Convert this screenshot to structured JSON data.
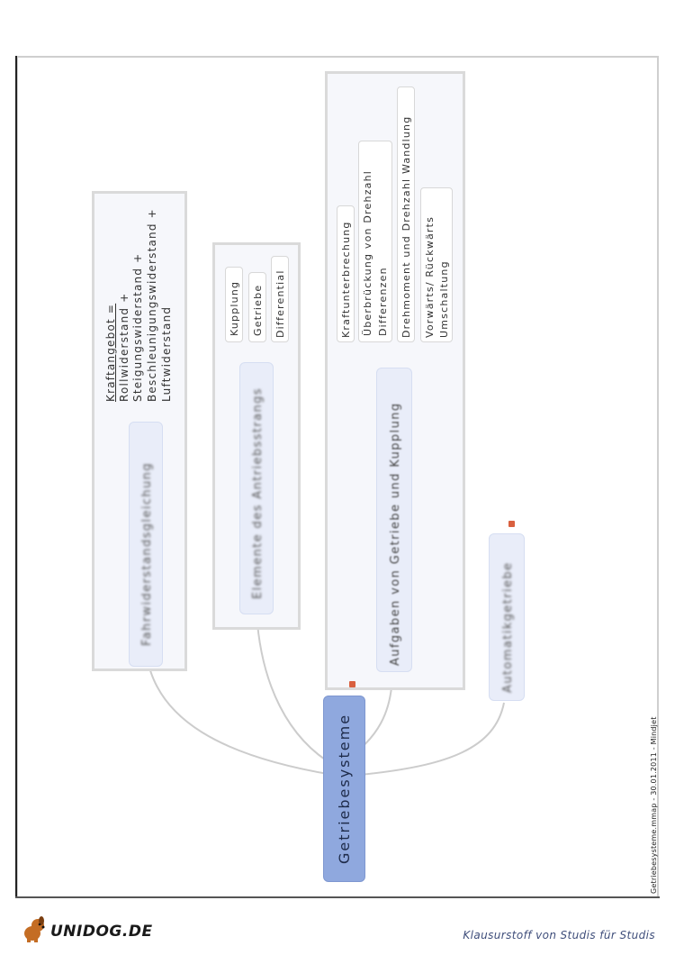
{
  "mindmap": {
    "root": {
      "label": "Getriebesysteme"
    },
    "branches": [
      {
        "label": "Fahrwiderstandsgleichung",
        "details": [
          "Kraftangebot =",
          "Rollwiderstand +",
          "Steigungswiderstand +",
          "Beschleunigungswiderstand +",
          "Luftwiderstand"
        ]
      },
      {
        "label": "Elemente des Antriebsstrangs",
        "leaves": [
          "Kupplung",
          "Getriebe",
          "Differential"
        ]
      },
      {
        "label": "Aufgaben von Getriebe und Kupplung",
        "leaves": [
          {
            "line1": "Kraftunterbrechung",
            "line2": ""
          },
          {
            "line1": "Überbrückung von Drehzahl",
            "line2": "Differenzen"
          },
          {
            "line1": "Drehmoment und Drehzahl Wandlung",
            "line2": ""
          },
          {
            "line1": "Vorwärts/ Rückwärts",
            "line2": "Umschaltung"
          }
        ]
      },
      {
        "label": "Automatikgetriebe"
      }
    ]
  },
  "footer": {
    "file_reference": "Getriebesysteme.mmap - 30.01.2011 - Mindjet",
    "brand": "UNIDOG.DE",
    "tagline": "Klausurstoff von Studis für Studis"
  },
  "colors": {
    "root_fill": "#8fa8de",
    "node_fill": "#e9edf9",
    "marker": "#d9603f"
  }
}
